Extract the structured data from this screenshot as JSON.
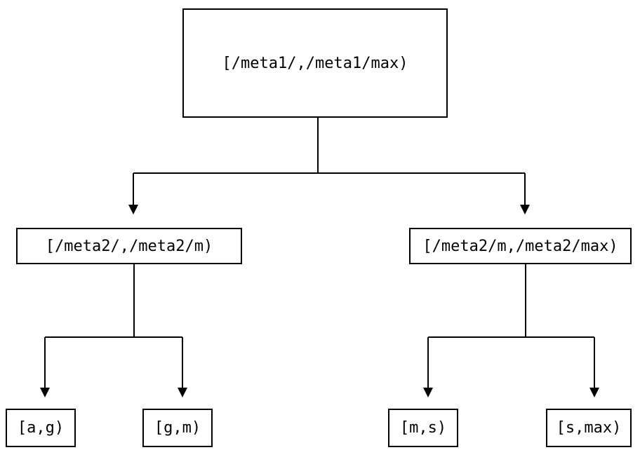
{
  "diagram": {
    "type": "tree",
    "background_color": "#ffffff",
    "line_color": "#000000",
    "nodes": {
      "root": {
        "label": "[/meta1/,/meta1/max)"
      },
      "left": {
        "label": "[/meta2/,/meta2/m)"
      },
      "right": {
        "label": "[/meta2/m,/meta2/max)"
      },
      "left_left": {
        "label": "[a,g)"
      },
      "left_right": {
        "label": "[g,m)"
      },
      "right_left": {
        "label": "[m,s)"
      },
      "right_right": {
        "label": "[s,max)"
      }
    },
    "edges": [
      {
        "from": "root",
        "to": "left"
      },
      {
        "from": "root",
        "to": "right"
      },
      {
        "from": "left",
        "to": "left_left"
      },
      {
        "from": "left",
        "to": "left_right"
      },
      {
        "from": "right",
        "to": "right_left"
      },
      {
        "from": "right",
        "to": "right_right"
      }
    ]
  }
}
